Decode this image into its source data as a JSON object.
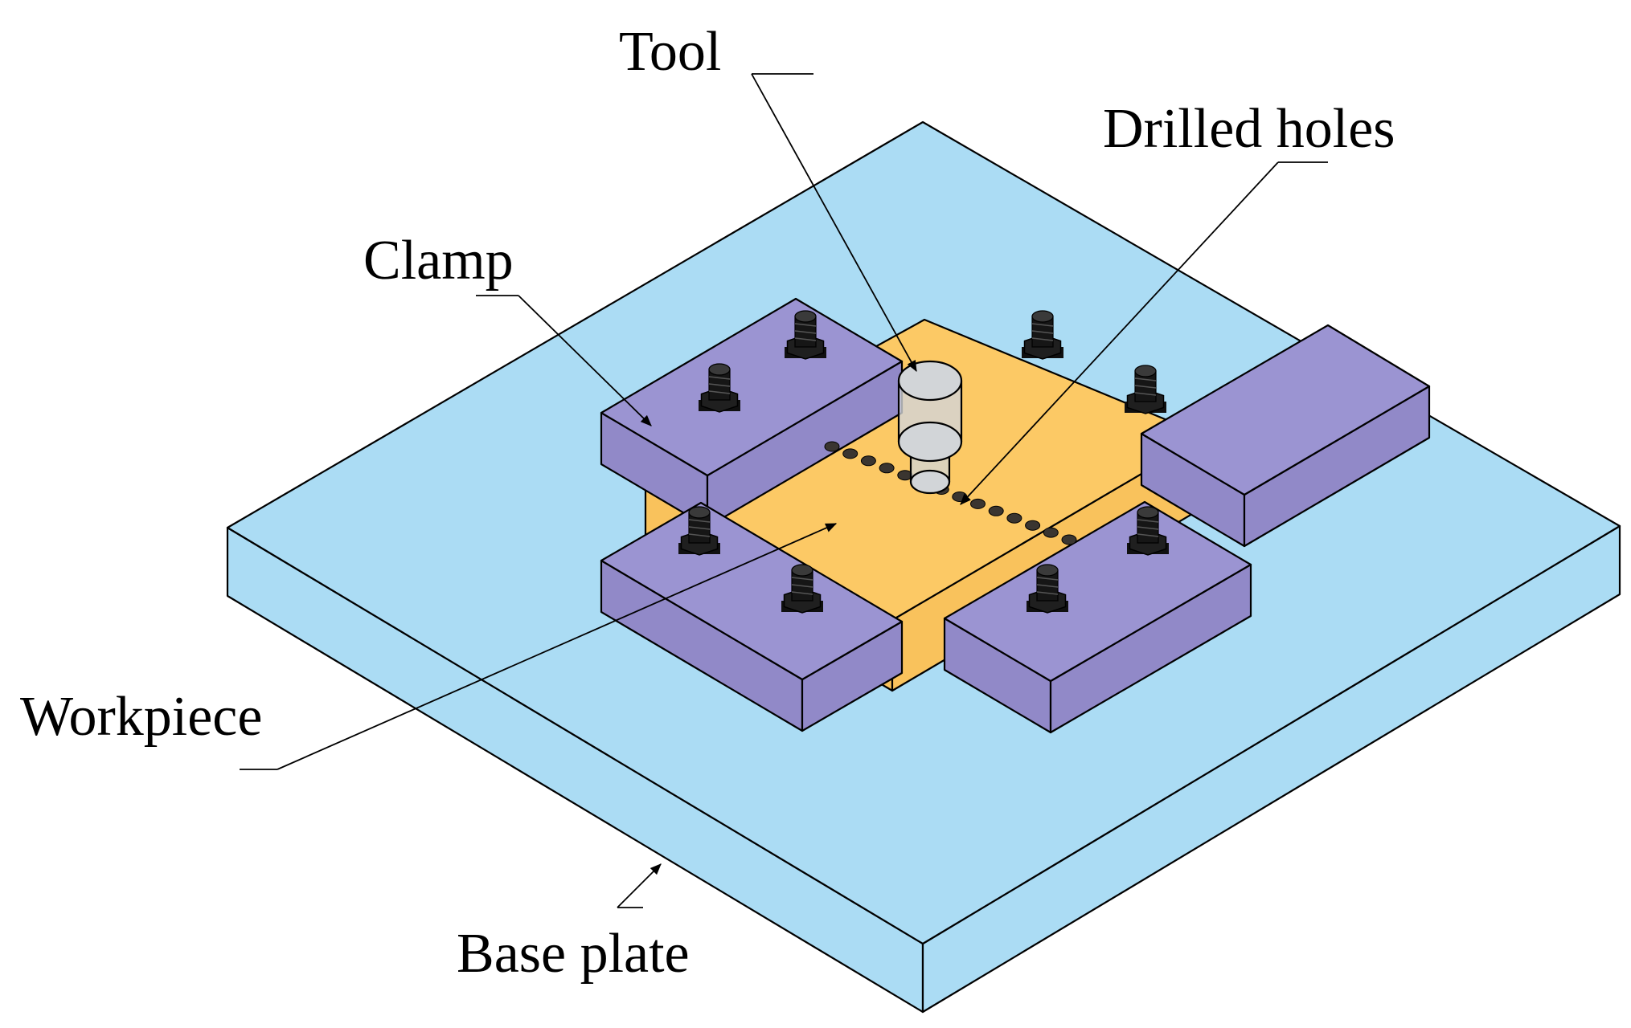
{
  "labels": {
    "tool": "Tool",
    "drilled_holes": "Drilled holes",
    "clamp": "Clamp",
    "workpiece": "Workpiece",
    "base_plate": "Base plate"
  },
  "colors": {
    "base_top": "#abdcf4",
    "base_side": "#abdcf4",
    "workpiece_top": "#fcc965",
    "workpiece_side": "#f9c25c",
    "clamp_top": "#9b94d2",
    "clamp_side": "#9189c8",
    "bolt": "#1f1f1f",
    "tool": "#d2d5d8",
    "hole": "#3a3530"
  }
}
